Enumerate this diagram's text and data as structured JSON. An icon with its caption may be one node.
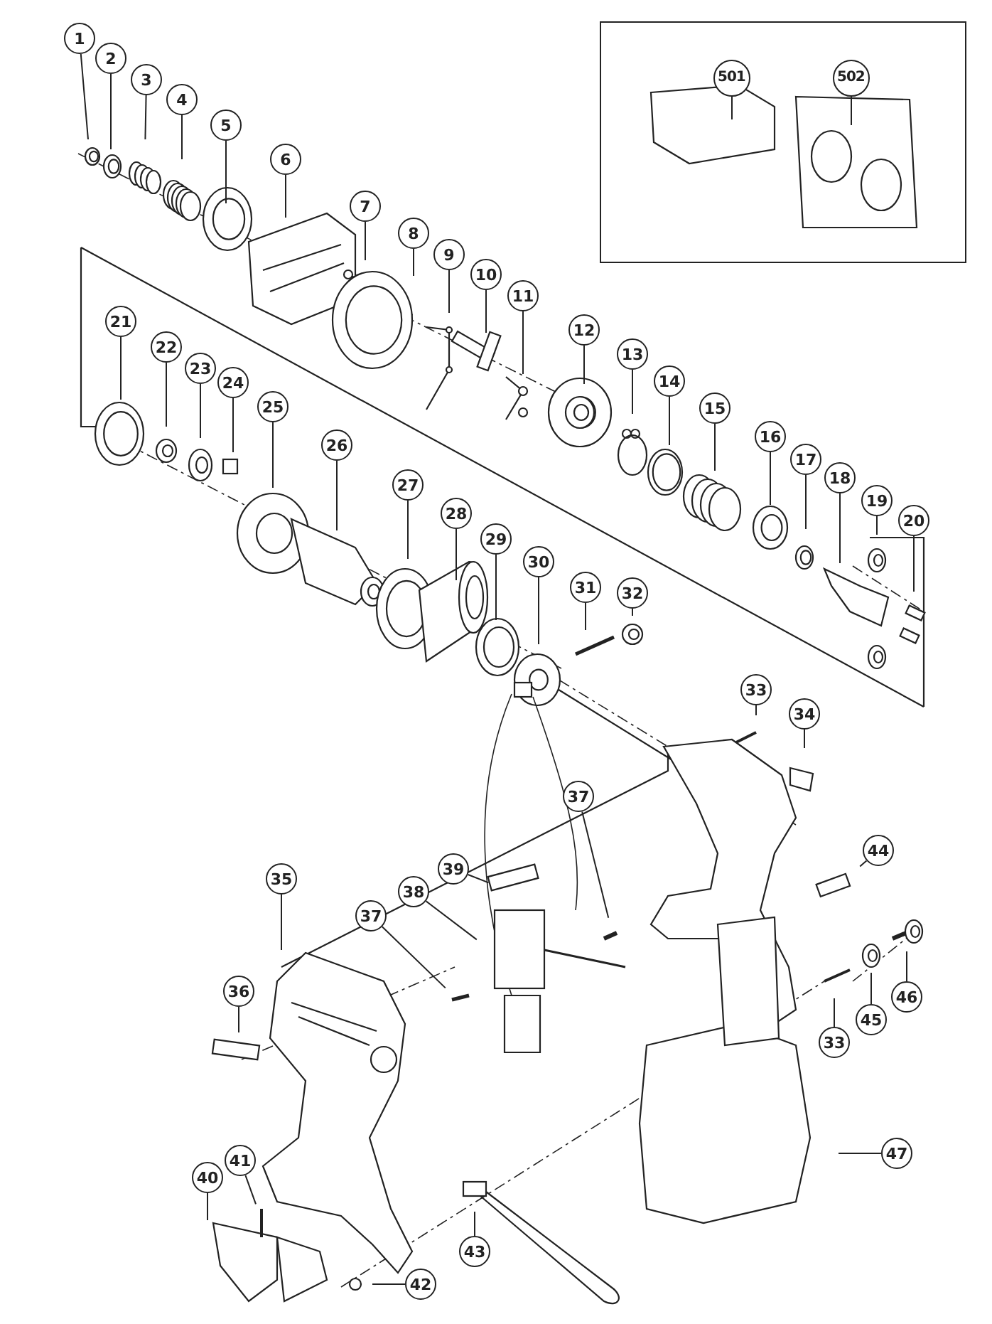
{
  "diagram": {
    "nodes": [
      {
        "text": [
          "1"
        ]
      },
      {
        "text": [
          "2"
        ]
      },
      {
        "text": [
          "3"
        ]
      },
      {
        "text": [
          "4"
        ]
      },
      {
        "text": [
          "5"
        ]
      },
      {
        "text": [
          "6"
        ]
      },
      {
        "text": [
          "7"
        ]
      },
      {
        "text": [
          "8"
        ]
      },
      {
        "text": [
          "9"
        ]
      },
      {
        "text": [
          "10"
        ]
      },
      {
        "text": [
          "11"
        ]
      },
      {
        "text": [
          "12"
        ]
      },
      {
        "text": [
          "13"
        ]
      },
      {
        "text": [
          "14"
        ]
      },
      {
        "text": [
          "15"
        ]
      },
      {
        "text": [
          "16"
        ]
      },
      {
        "text": [
          "17"
        ]
      },
      {
        "text": [
          "18"
        ]
      },
      {
        "text": [
          "19"
        ]
      },
      {
        "text": [
          "20"
        ]
      },
      {
        "text": [
          "21"
        ]
      },
      {
        "text": [
          "22"
        ]
      },
      {
        "text": [
          "23"
        ]
      },
      {
        "text": [
          "24"
        ]
      },
      {
        "text": [
          "25"
        ]
      },
      {
        "text": [
          "26"
        ]
      },
      {
        "text": [
          "27"
        ]
      },
      {
        "text": [
          "28"
        ]
      },
      {
        "text": [
          "29"
        ]
      },
      {
        "text": [
          "30"
        ]
      },
      {
        "text": [
          "31"
        ]
      },
      {
        "text": [
          "32"
        ]
      },
      {
        "text": [
          "33"
        ]
      },
      {
        "text": [
          "34"
        ]
      },
      {
        "text": [
          "35"
        ]
      },
      {
        "text": [
          "36"
        ]
      },
      {
        "text": [
          "37"
        ]
      },
      {
        "text": [
          "37"
        ]
      },
      {
        "text": [
          "38"
        ]
      },
      {
        "text": [
          "39"
        ]
      },
      {
        "text": [
          "40"
        ]
      },
      {
        "text": [
          "41"
        ]
      },
      {
        "text": [
          "42"
        ]
      },
      {
        "text": [
          "43"
        ]
      },
      {
        "text": [
          "44"
        ]
      },
      {
        "text": [
          "45"
        ]
      },
      {
        "text": [
          "46"
        ]
      },
      {
        "text": [
          "33"
        ]
      },
      {
        "text": [
          "47"
        ]
      },
      {
        "text": [],
        "shape": "box"
      },
      {
        "text": [
          "501"
        ],
        "in": 49
      },
      {
        "text": [
          "502"
        ],
        "in": 49
      }
    ],
    "edges": [
      {
        "from": 0,
        "to": null,
        "arrow": "none"
      },
      {
        "from": 1,
        "to": null,
        "arrow": "none"
      },
      {
        "from": 2,
        "to": null,
        "arrow": "none"
      },
      {
        "from": 3,
        "to": null,
        "arrow": "none"
      },
      {
        "from": 4,
        "to": null,
        "arrow": "none"
      },
      {
        "from": 5,
        "to": null,
        "arrow": "none"
      },
      {
        "from": 6,
        "to": null,
        "arrow": "none"
      },
      {
        "from": 7,
        "to": null,
        "arrow": "none"
      },
      {
        "from": 8,
        "to": null,
        "arrow": "none"
      },
      {
        "from": 9,
        "to": null,
        "arrow": "none"
      },
      {
        "from": 10,
        "to": null,
        "arrow": "none"
      },
      {
        "from": 11,
        "to": null,
        "arrow": "none"
      },
      {
        "from": 12,
        "to": null,
        "arrow": "none"
      },
      {
        "from": 13,
        "to": null,
        "arrow": "none"
      },
      {
        "from": 14,
        "to": null,
        "arrow": "none"
      },
      {
        "from": 15,
        "to": null,
        "arrow": "none"
      },
      {
        "from": 16,
        "to": null,
        "arrow": "none"
      },
      {
        "from": 17,
        "to": null,
        "arrow": "none"
      },
      {
        "from": 18,
        "to": null,
        "arrow": "none"
      },
      {
        "from": 19,
        "to": null,
        "arrow": "none"
      },
      {
        "from": 20,
        "to": null,
        "arrow": "none"
      },
      {
        "from": 21,
        "to": null,
        "arrow": "none"
      },
      {
        "from": 22,
        "to": null,
        "arrow": "none"
      },
      {
        "from": 23,
        "to": null,
        "arrow": "none"
      },
      {
        "from": 24,
        "to": null,
        "arrow": "none"
      },
      {
        "from": 25,
        "to": null,
        "arrow": "none"
      },
      {
        "from": 26,
        "to": null,
        "arrow": "none"
      },
      {
        "from": 27,
        "to": null,
        "arrow": "none"
      },
      {
        "from": 28,
        "to": null,
        "arrow": "none"
      },
      {
        "from": 29,
        "to": null,
        "arrow": "none"
      },
      {
        "from": 30,
        "to": null,
        "arrow": "none"
      },
      {
        "from": 31,
        "to": null,
        "arrow": "none"
      },
      {
        "from": 32,
        "to": null,
        "arrow": "none"
      },
      {
        "from": 33,
        "to": null,
        "arrow": "none"
      },
      {
        "from": 34,
        "to": null,
        "arrow": "none"
      },
      {
        "from": 35,
        "to": null,
        "arrow": "none"
      },
      {
        "from": 36,
        "to": null,
        "arrow": "none"
      },
      {
        "from": 37,
        "to": null,
        "arrow": "none"
      },
      {
        "from": 38,
        "to": null,
        "arrow": "none"
      },
      {
        "from": 39,
        "to": null,
        "arrow": "none"
      },
      {
        "from": 40,
        "to": null,
        "arrow": "none"
      },
      {
        "from": 41,
        "to": null,
        "arrow": "none"
      },
      {
        "from": 42,
        "to": null,
        "arrow": "none"
      },
      {
        "from": 43,
        "to": null,
        "arrow": "none"
      },
      {
        "from": 44,
        "to": null,
        "arrow": "none"
      },
      {
        "from": 45,
        "to": null,
        "arrow": "none"
      },
      {
        "from": 46,
        "to": null,
        "arrow": "none"
      },
      {
        "from": 47,
        "to": null,
        "arrow": "none"
      },
      {
        "from": 48,
        "to": null,
        "arrow": "none"
      },
      {
        "from": 50,
        "to": null,
        "arrow": "none"
      },
      {
        "from": 51,
        "to": null,
        "arrow": "none"
      }
    ]
  }
}
